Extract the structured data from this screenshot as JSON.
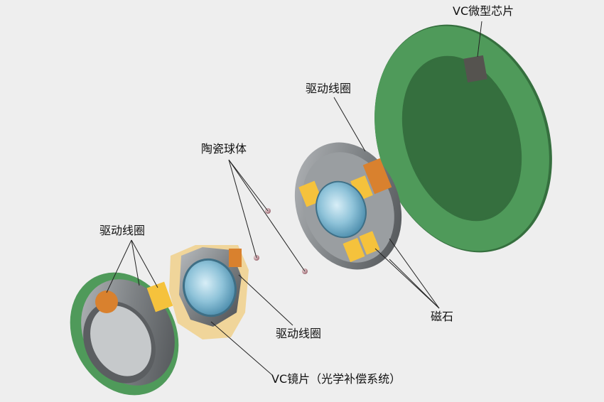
{
  "labels": {
    "vc_chip": "VC微型芯片",
    "drive_coil_top": "驱动线圈",
    "ceramic_balls": "陶瓷球体",
    "drive_coil_left": "驱动线圈",
    "drive_coil_mid": "驱动线圈",
    "vc_lens": "VC镜片（光学补偿系统）",
    "magnet": "磁石"
  },
  "colors": {
    "background": "#eeeeee",
    "pcb_green": "#4f9a5a",
    "pcb_green_dark": "#356f3e",
    "chip": "#55534f",
    "metal_gray": "#8a8d90",
    "lens_blue": "#8fc3d9",
    "magnet_yellow": "#f5c23c",
    "coil_orange": "#d9812e",
    "ball_pink": "#c89aa0",
    "leader_line": "#222222"
  }
}
